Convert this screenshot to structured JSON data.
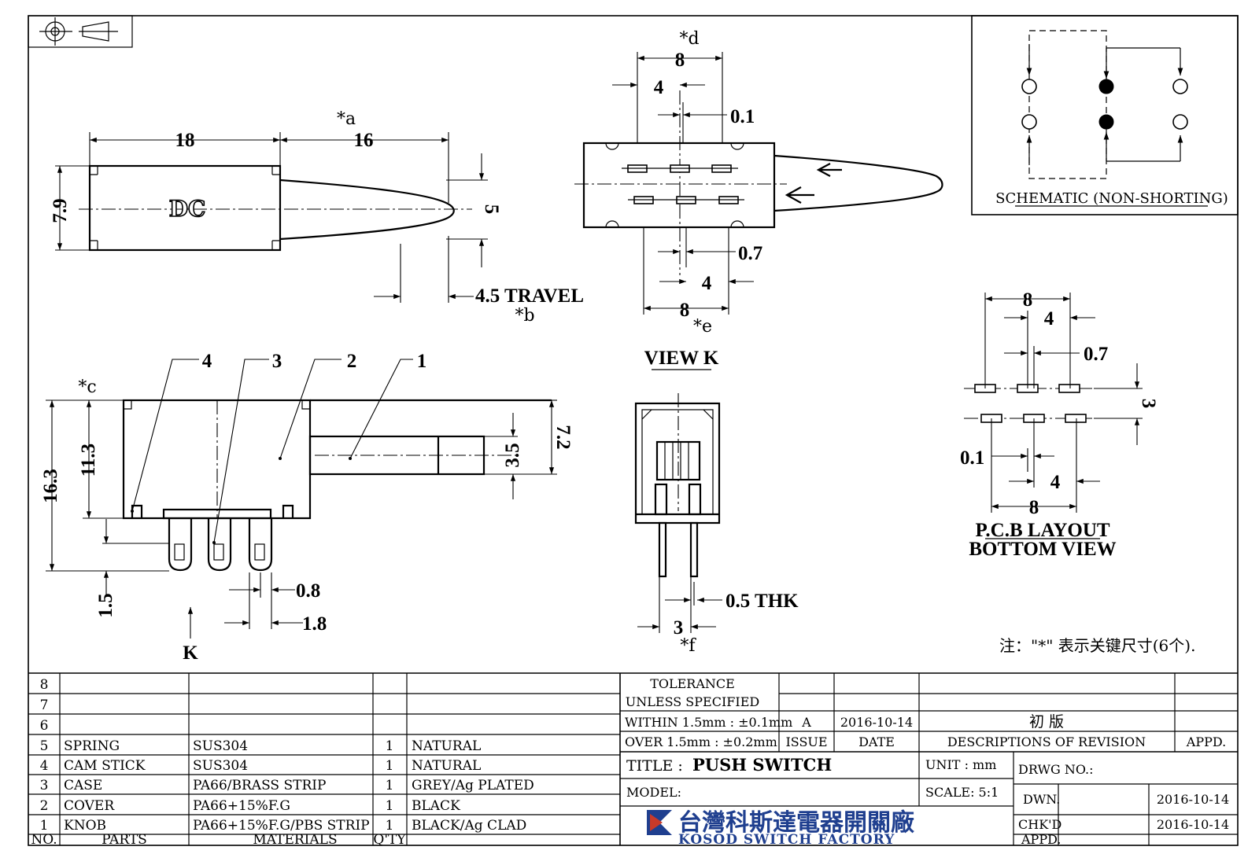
{
  "dims": {
    "top": {
      "d18": "18",
      "d16": "16",
      "d79": "7.9",
      "d5": "5",
      "travel": "4.5  TRAVEL",
      "stara": "*a",
      "starb": "*b",
      "logo": "DC"
    },
    "side": {
      "p4": "4",
      "p3": "3",
      "p2": "2",
      "p1": "1",
      "starc": "*c",
      "d163": "16.3",
      "d113": "11.3",
      "d35": "3.5",
      "d72": "7.2",
      "d15": "1.5",
      "d08": "0.8",
      "d18": "1.8",
      "k": "K"
    },
    "viewk": {
      "stard": "*d",
      "d8a": "8",
      "d4a": "4",
      "d01": "0.1",
      "d07": "0.7",
      "d4b": "4",
      "d8b": "8",
      "stare": "*e",
      "caption": "VIEW  K"
    },
    "front": {
      "thk": "0.5  THK",
      "d3": "3",
      "starf": "*f"
    },
    "pcb": {
      "d8a": "8",
      "d4a": "4",
      "d07": "0.7",
      "d3": "3",
      "d01": "0.1",
      "d4b": "4",
      "d8b": "8",
      "caption1": "P.C.B  LAYOUT",
      "caption2": "BOTTOM  VIEW"
    },
    "schematic": {
      "caption": "SCHEMATIC  (NON-SHORTING)"
    },
    "note": "注：\"*\"  表示关键尺寸(6个)."
  },
  "bom": {
    "empty_rows": [
      "8",
      "7",
      "6"
    ],
    "rows": [
      {
        "no": "5",
        "part": "SPRING",
        "material": "SUS304",
        "qty": "1",
        "finish": "NATURAL"
      },
      {
        "no": "4",
        "part": "CAM  STICK",
        "material": "SUS304",
        "qty": "1",
        "finish": "NATURAL"
      },
      {
        "no": "3",
        "part": "CASE",
        "material": "PA66/BRASS  STRIP",
        "qty": "1",
        "finish": "GREY/Ag  PLATED"
      },
      {
        "no": "2",
        "part": "COVER",
        "material": "PA66+15%F.G",
        "qty": "1",
        "finish": "BLACK"
      },
      {
        "no": "1",
        "part": "KNOB",
        "material": "PA66+15%F.G/PBS  STRIP",
        "qty": "1",
        "finish": "BLACK/Ag  CLAD"
      }
    ],
    "header": {
      "no": "NO.",
      "parts": "PARTS",
      "materials": "MATERIALS",
      "qty": "Q'TY"
    }
  },
  "title_block": {
    "tolerance1": "TOLERANCE",
    "tolerance2": "UNLESS   SPECIFIED",
    "within": "WITHIN  1.5mm : ±0.1mm",
    "over": "OVER  1.5mm : ±0.2mm",
    "issue_val": "A",
    "date_val": "2016-10-14",
    "desc_val": "初    版",
    "issue_label": "ISSUE",
    "date_label": "DATE",
    "desc_label": "DESCRIPTIONS  OF  REVISION",
    "appd_label": "APPD.",
    "title_label": "TITLE :",
    "title_value": "PUSH  SWITCH",
    "unit": "UNIT :    mm",
    "scale": "SCALE:   5:1",
    "model": "MODEL:",
    "drwg": "DRWG  NO.:",
    "dwn": "DWN.",
    "chkd": "CHK'D",
    "appd": "APPD.",
    "dwn_date": "2016-10-14",
    "chkd_date": "2016-10-14",
    "company_cn": "台灣科斯達電器開關廠",
    "company_en": "KOSOD  SWITCH  FACTORY"
  }
}
